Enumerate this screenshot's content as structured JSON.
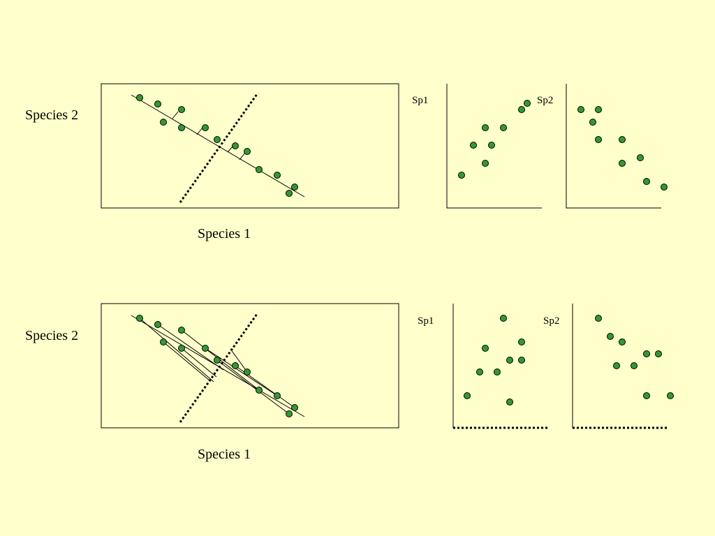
{
  "labels": {
    "top_y": "Species 2",
    "top_x": "Species 1",
    "bottom_y": "Species 2",
    "bottom_x": "Species 1",
    "top_sp1": "Sp1",
    "top_sp2": "Sp2",
    "bottom_sp1": "Sp1",
    "bottom_sp2": "Sp2"
  },
  "colors": {
    "background": "#FFFFCC",
    "point_fill": "#339933",
    "line": "#000000"
  }
}
